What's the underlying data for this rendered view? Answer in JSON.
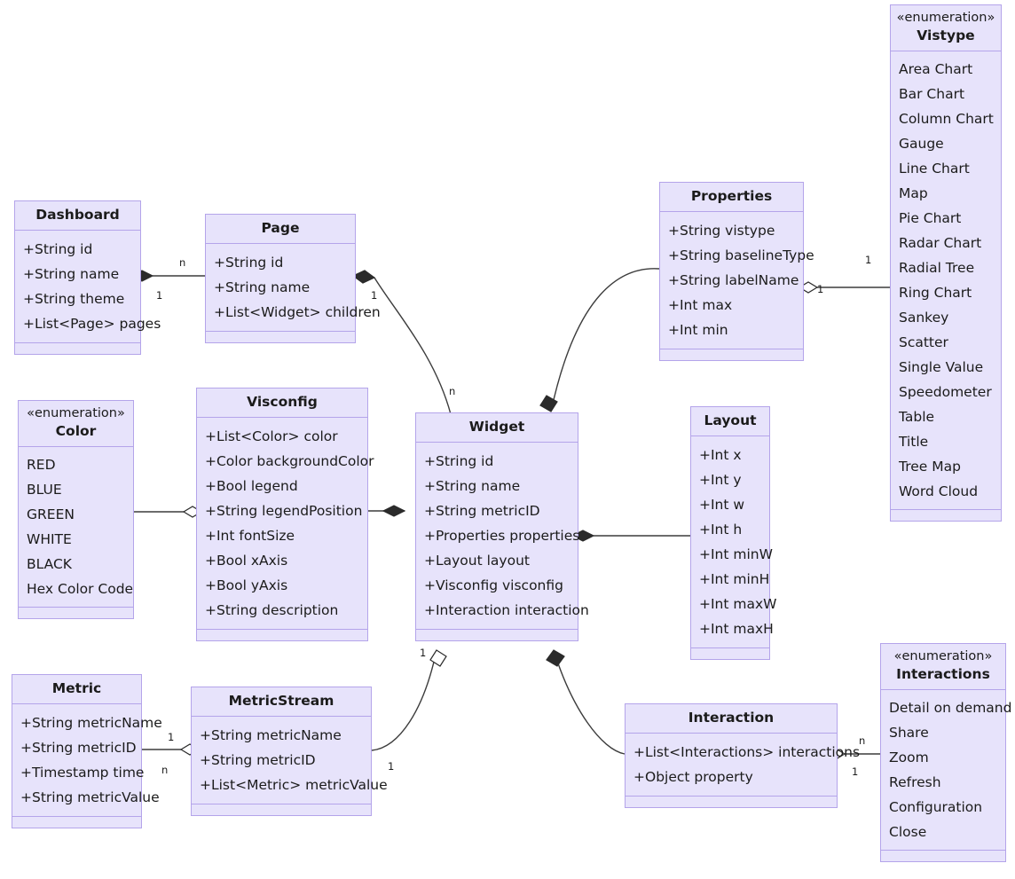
{
  "diagram": {
    "title": "Dashboard UML class diagram",
    "type": "uml-class-diagram",
    "palette": {
      "box_fill": "#e7e3fb",
      "box_border": "#b4a4ea",
      "line": "#3c3c3c",
      "text": "#1b1b1b",
      "background": "#ffffff"
    }
  },
  "classes": {
    "dashboard": {
      "name": "Dashboard",
      "attrs": [
        "+String id",
        "+String name",
        "+String theme",
        "+List<Page> pages"
      ]
    },
    "page": {
      "name": "Page",
      "attrs": [
        "+String id",
        "+String name",
        "+List<Widget> children"
      ]
    },
    "properties": {
      "name": "Properties",
      "attrs": [
        "+String vistype",
        "+String baselineType",
        "+String labelName",
        "+Int max",
        "+Int min"
      ]
    },
    "vistype": {
      "stereotype": "«enumeration»",
      "name": "Vistype",
      "attrs": [
        "Area Chart",
        "Bar Chart",
        "Column Chart",
        "Gauge",
        "Line Chart",
        "Map",
        "Pie Chart",
        "Radar Chart",
        "Radial Tree",
        "Ring Chart",
        "Sankey",
        "Scatter",
        "Single Value",
        "Speedometer",
        "Table",
        "Title",
        "Tree Map",
        "Word Cloud"
      ]
    },
    "color": {
      "stereotype": "«enumeration»",
      "name": "Color",
      "attrs": [
        "RED",
        "BLUE",
        "GREEN",
        "WHITE",
        "BLACK",
        "Hex Color Code"
      ]
    },
    "visconfig": {
      "name": "Visconfig",
      "attrs": [
        "+List<Color> color",
        "+Color backgroundColor",
        "+Bool legend",
        "+String legendPosition",
        "+Int fontSize",
        "+Bool xAxis",
        "+Bool yAxis",
        "+String description"
      ]
    },
    "widget": {
      "name": "Widget",
      "attrs": [
        "+String id",
        "+String name",
        "+String metricID",
        "+Properties properties",
        "+Layout layout",
        "+Visconfig visconfig",
        "+Interaction interaction"
      ]
    },
    "layout": {
      "name": "Layout",
      "attrs": [
        "+Int x",
        "+Int y",
        "+Int w",
        "+Int h",
        "+Int minW",
        "+Int minH",
        "+Int maxW",
        "+Int maxH"
      ]
    },
    "metric": {
      "name": "Metric",
      "attrs": [
        "+String metricName",
        "+String metricID",
        "+Timestamp time",
        "+String metricValue"
      ]
    },
    "metricstream": {
      "name": "MetricStream",
      "attrs": [
        "+String metricName",
        "+String metricID",
        "+List<Metric> metricValue"
      ]
    },
    "interaction": {
      "name": "Interaction",
      "attrs": [
        "+List<Interactions> interactions",
        "+Object property"
      ]
    },
    "interactions": {
      "stereotype": "«enumeration»",
      "name": "Interactions",
      "attrs": [
        "Detail on demand",
        "Share",
        "Zoom",
        "Refresh",
        "Configuration",
        "Close"
      ]
    }
  },
  "multiplicities": {
    "dashboard_page_n": "n",
    "dashboard_page_1": "1",
    "page_widget_1": "1",
    "page_widget_n": "n",
    "properties_vistype_right1": "1",
    "properties_vistype_left1": "1",
    "widget_metricstream_1": "1",
    "metricstream_widget_1": "1",
    "metric_metricstream_1": "1",
    "metric_metricstream_n": "n",
    "interaction_interactions_n": "n",
    "interaction_interactions_1": "1"
  }
}
